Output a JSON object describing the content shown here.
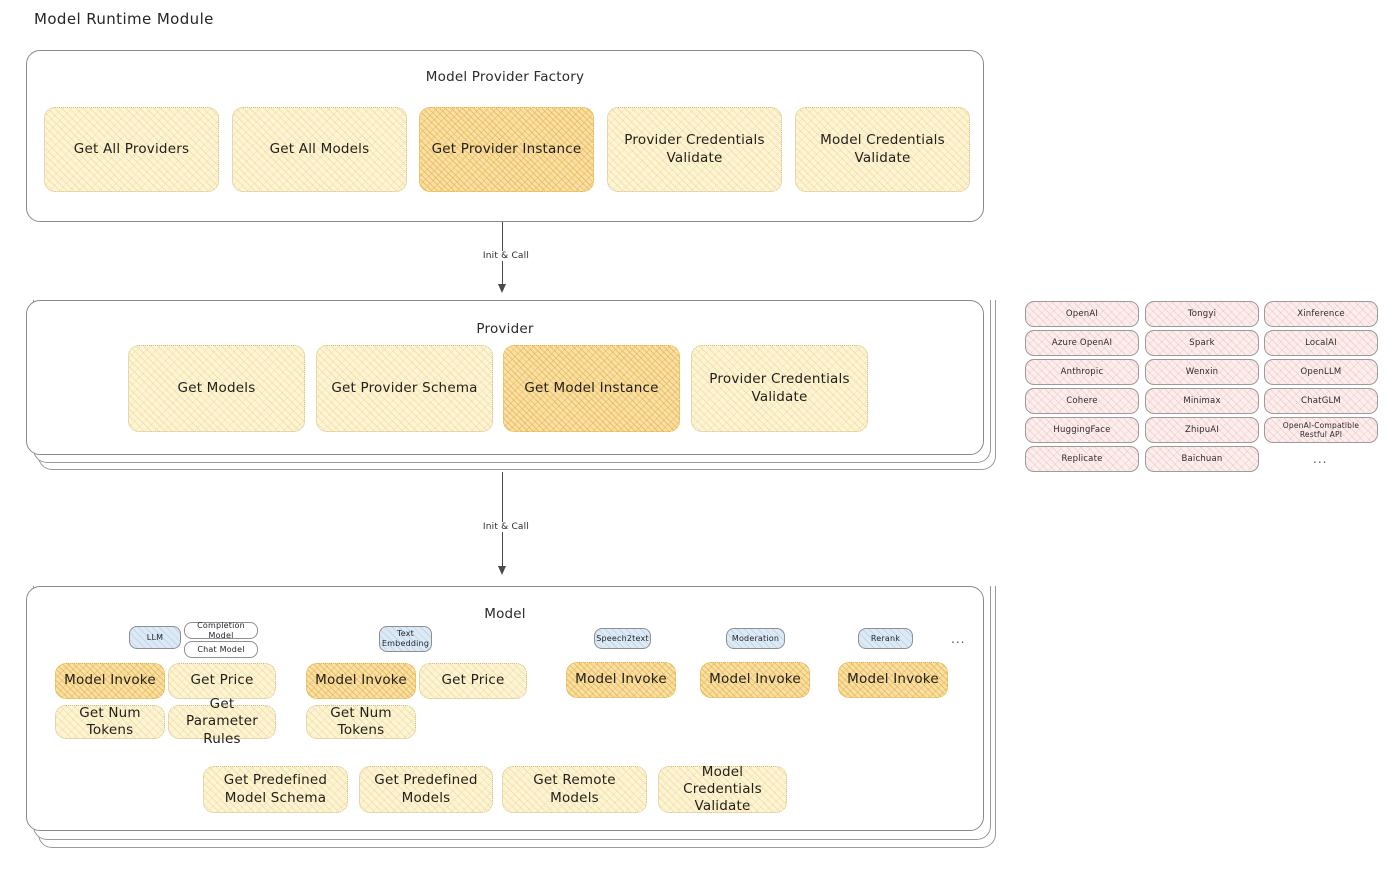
{
  "page": {
    "title": "Model Runtime Module"
  },
  "factory": {
    "title": "Model Provider Factory",
    "boxes": [
      {
        "label": "Get All Providers",
        "highlighted": false
      },
      {
        "label": "Get All Models",
        "highlighted": false
      },
      {
        "label": "Get Provider Instance",
        "highlighted": true
      },
      {
        "label": "Provider Credentials Validate",
        "highlighted": false
      },
      {
        "label": "Model Credentials Validate",
        "highlighted": false
      }
    ]
  },
  "connector_1": {
    "label": "Init & Call"
  },
  "provider": {
    "title": "Provider",
    "boxes": [
      {
        "label": "Get Models",
        "highlighted": false
      },
      {
        "label": "Get Provider Schema",
        "highlighted": false
      },
      {
        "label": "Get Model Instance",
        "highlighted": true
      },
      {
        "label": "Provider Credentials Validate",
        "highlighted": false
      }
    ]
  },
  "connector_2": {
    "label": "Init & Call"
  },
  "provider_list": {
    "columns": [
      [
        "OpenAI",
        "Azure OpenAI",
        "Anthropic",
        "Cohere",
        "HuggingFace",
        "Replicate"
      ],
      [
        "Tongyi",
        "Spark",
        "Wenxin",
        "Minimax",
        "ZhipuAI",
        "Baichuan"
      ],
      [
        "Xinference",
        "LocalAI",
        "OpenLLM",
        "ChatGLM",
        "OpenAI-Compatible Restful API"
      ]
    ],
    "ellipsis": "..."
  },
  "model": {
    "title": "Model",
    "ellipsis": "...",
    "types": [
      {
        "badge": "LLM",
        "sub_badges": [
          "Completion Model",
          "Chat Model"
        ],
        "ops": [
          {
            "label": "Model Invoke",
            "highlighted": true
          },
          {
            "label": "Get Price",
            "highlighted": false
          },
          {
            "label": "Get Num Tokens",
            "highlighted": false
          },
          {
            "label": "Get Parameter Rules",
            "highlighted": false
          }
        ]
      },
      {
        "badge": "Text Embedding",
        "sub_badges": [],
        "ops": [
          {
            "label": "Model Invoke",
            "highlighted": true
          },
          {
            "label": "Get Price",
            "highlighted": false
          },
          {
            "label": "Get Num Tokens",
            "highlighted": false
          }
        ]
      },
      {
        "badge": "Speech2text",
        "sub_badges": [],
        "ops": [
          {
            "label": "Model Invoke",
            "highlighted": true
          }
        ]
      },
      {
        "badge": "Moderation",
        "sub_badges": [],
        "ops": [
          {
            "label": "Model Invoke",
            "highlighted": true
          }
        ]
      },
      {
        "badge": "Rerank",
        "sub_badges": [],
        "ops": [
          {
            "label": "Model Invoke",
            "highlighted": true
          }
        ]
      }
    ],
    "common_ops": [
      "Get Predefined Model Schema",
      "Get Predefined Models",
      "Get Remote Models",
      "Model Credentials Validate"
    ]
  },
  "colors": {
    "sketch_yellow": "#fdf4d6",
    "sketch_yellow_highlight": "#fae0a6",
    "sketch_pink": "#fdeeee",
    "badge_blue": "#ddeaf5",
    "outline": "#8a8a8a"
  }
}
